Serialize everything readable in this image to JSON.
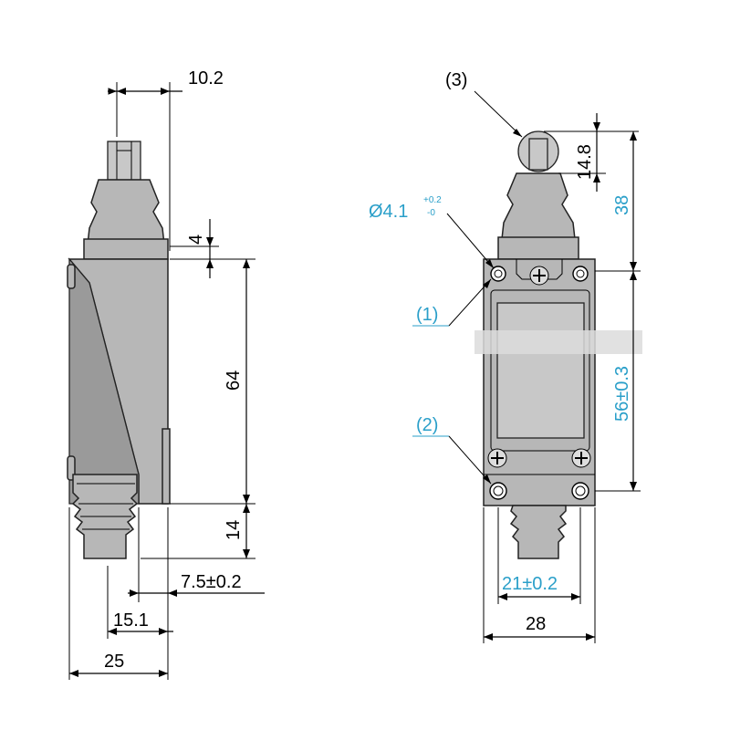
{
  "side_view": {
    "dims": {
      "top_width": "10.2",
      "offset_top": "4",
      "body_height": "64",
      "bottom_height": "14",
      "bottom_offset": "7.5±0.2",
      "shaft_offset": "15.1",
      "total_depth": "25"
    }
  },
  "front_view": {
    "callouts": {
      "roller": "(3)",
      "upper_hole": "(1)",
      "lower_hole": "(2)"
    },
    "hole_dia": {
      "main": "Ø4.1",
      "tol_plus": "+0.2",
      "tol_minus": "-0"
    },
    "dims": {
      "roller_height": "14.8",
      "head_height": "38",
      "mount_pitch_v": "56±0.3",
      "mount_pitch_h": "21±0.2",
      "total_width": "28"
    }
  },
  "colors": {
    "body": "#b7b7b7",
    "dimension_text_blue": "#2a9fc9",
    "line": "#000000"
  }
}
